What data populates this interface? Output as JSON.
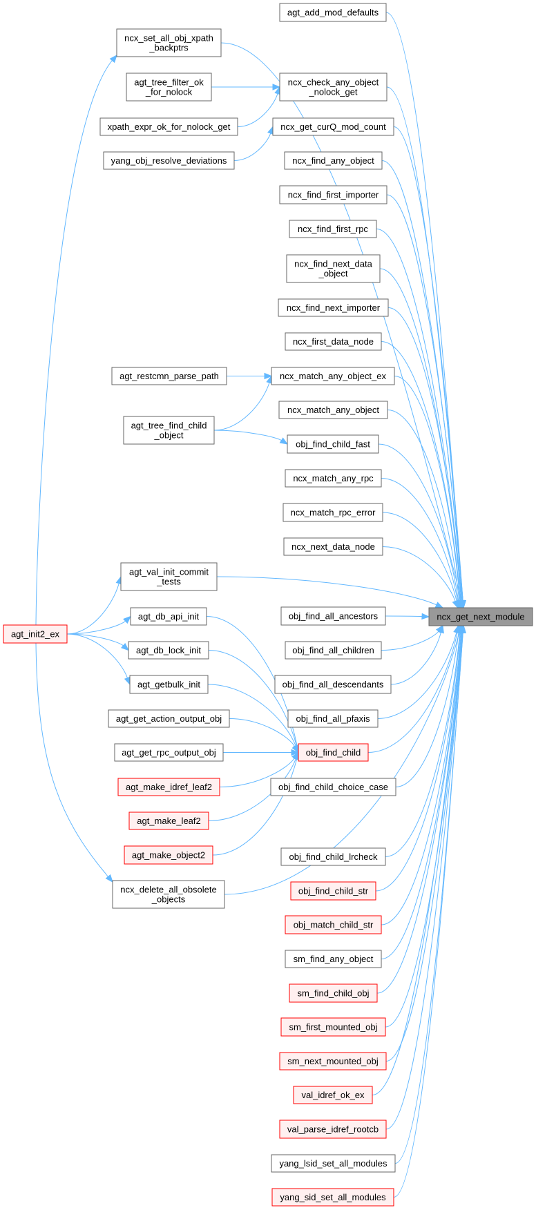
{
  "diagram": {
    "type": "doxygen-caller-graph",
    "root": "ncx_get_next_module",
    "colors": {
      "edge": "#63b8ff",
      "root_fill": "#999999",
      "normal_fill": "#ffffff",
      "normal_border": "#666666",
      "red_fill": "#fff0f0",
      "red_border": "#ff0000"
    },
    "nodes": [
      {
        "id": "root",
        "lines": [
          "ncx_get_next_module"
        ],
        "style": "root"
      },
      {
        "id": "agt_add_mod_defaults",
        "lines": [
          "agt_add_mod_defaults"
        ],
        "style": "normal"
      },
      {
        "id": "ncx_set_all_obj_xpath_backptrs",
        "lines": [
          "ncx_set_all_obj_xpath",
          "_backptrs"
        ],
        "style": "normal"
      },
      {
        "id": "ncx_check_any_object_nolock_get",
        "lines": [
          "ncx_check_any_object",
          "_nolock_get"
        ],
        "style": "normal"
      },
      {
        "id": "agt_tree_filter_ok_for_nolock",
        "lines": [
          "agt_tree_filter_ok",
          "_for_nolock"
        ],
        "style": "normal"
      },
      {
        "id": "xpath_expr_ok_for_nolock_get",
        "lines": [
          "xpath_expr_ok_for_nolock_get"
        ],
        "style": "normal"
      },
      {
        "id": "ncx_get_curQ_mod_count",
        "lines": [
          "ncx_get_curQ_mod_count"
        ],
        "style": "normal"
      },
      {
        "id": "yang_obj_resolve_deviations",
        "lines": [
          "yang_obj_resolve_deviations"
        ],
        "style": "normal"
      },
      {
        "id": "ncx_find_any_object",
        "lines": [
          "ncx_find_any_object"
        ],
        "style": "normal"
      },
      {
        "id": "ncx_find_first_importer",
        "lines": [
          "ncx_find_first_importer"
        ],
        "style": "normal"
      },
      {
        "id": "ncx_find_first_rpc",
        "lines": [
          "ncx_find_first_rpc"
        ],
        "style": "normal"
      },
      {
        "id": "ncx_find_next_data_object",
        "lines": [
          "ncx_find_next_data",
          "_object"
        ],
        "style": "normal"
      },
      {
        "id": "ncx_find_next_importer",
        "lines": [
          "ncx_find_next_importer"
        ],
        "style": "normal"
      },
      {
        "id": "ncx_first_data_node",
        "lines": [
          "ncx_first_data_node"
        ],
        "style": "normal"
      },
      {
        "id": "agt_restcmn_parse_path",
        "lines": [
          "agt_restcmn_parse_path"
        ],
        "style": "normal"
      },
      {
        "id": "ncx_match_any_object_ex",
        "lines": [
          "ncx_match_any_object_ex"
        ],
        "style": "normal"
      },
      {
        "id": "agt_tree_find_child_object",
        "lines": [
          "agt_tree_find_child",
          "_object"
        ],
        "style": "normal"
      },
      {
        "id": "ncx_match_any_object",
        "lines": [
          "ncx_match_any_object"
        ],
        "style": "normal"
      },
      {
        "id": "obj_find_child_fast",
        "lines": [
          "obj_find_child_fast"
        ],
        "style": "normal"
      },
      {
        "id": "ncx_match_any_rpc",
        "lines": [
          "ncx_match_any_rpc"
        ],
        "style": "normal"
      },
      {
        "id": "ncx_match_rpc_error",
        "lines": [
          "ncx_match_rpc_error"
        ],
        "style": "normal"
      },
      {
        "id": "ncx_next_data_node",
        "lines": [
          "ncx_next_data_node"
        ],
        "style": "normal"
      },
      {
        "id": "agt_val_init_commit_tests",
        "lines": [
          "agt_val_init_commit",
          "_tests"
        ],
        "style": "normal"
      },
      {
        "id": "agt_init2_ex",
        "lines": [
          "agt_init2_ex"
        ],
        "style": "red"
      },
      {
        "id": "agt_db_api_init",
        "lines": [
          "agt_db_api_init"
        ],
        "style": "normal"
      },
      {
        "id": "agt_db_lock_init",
        "lines": [
          "agt_db_lock_init"
        ],
        "style": "normal"
      },
      {
        "id": "agt_getbulk_init",
        "lines": [
          "agt_getbulk_init"
        ],
        "style": "normal"
      },
      {
        "id": "agt_get_action_output_obj",
        "lines": [
          "agt_get_action_output_obj"
        ],
        "style": "normal"
      },
      {
        "id": "agt_get_rpc_output_obj",
        "lines": [
          "agt_get_rpc_output_obj"
        ],
        "style": "normal"
      },
      {
        "id": "agt_make_idref_leaf2",
        "lines": [
          "agt_make_idref_leaf2"
        ],
        "style": "red"
      },
      {
        "id": "agt_make_leaf2",
        "lines": [
          "agt_make_leaf2"
        ],
        "style": "red"
      },
      {
        "id": "agt_make_object2",
        "lines": [
          "agt_make_object2"
        ],
        "style": "red"
      },
      {
        "id": "ncx_delete_all_obsolete_objects",
        "lines": [
          "ncx_delete_all_obsolete",
          "_objects"
        ],
        "style": "normal"
      },
      {
        "id": "obj_find_all_ancestors",
        "lines": [
          "obj_find_all_ancestors"
        ],
        "style": "normal"
      },
      {
        "id": "obj_find_all_children",
        "lines": [
          "obj_find_all_children"
        ],
        "style": "normal"
      },
      {
        "id": "obj_find_all_descendants",
        "lines": [
          "obj_find_all_descendants"
        ],
        "style": "normal"
      },
      {
        "id": "obj_find_all_pfaxis",
        "lines": [
          "obj_find_all_pfaxis"
        ],
        "style": "normal"
      },
      {
        "id": "obj_find_child",
        "lines": [
          "obj_find_child"
        ],
        "style": "red"
      },
      {
        "id": "obj_find_child_choice_case",
        "lines": [
          "obj_find_child_choice_case"
        ],
        "style": "normal"
      },
      {
        "id": "obj_find_child_lrcheck",
        "lines": [
          "obj_find_child_lrcheck"
        ],
        "style": "normal"
      },
      {
        "id": "obj_find_child_str",
        "lines": [
          "obj_find_child_str"
        ],
        "style": "red"
      },
      {
        "id": "obj_match_child_str",
        "lines": [
          "obj_match_child_str"
        ],
        "style": "red"
      },
      {
        "id": "sm_find_any_object",
        "lines": [
          "sm_find_any_object"
        ],
        "style": "normal"
      },
      {
        "id": "sm_find_child_obj",
        "lines": [
          "sm_find_child_obj"
        ],
        "style": "red"
      },
      {
        "id": "sm_first_mounted_obj",
        "lines": [
          "sm_first_mounted_obj"
        ],
        "style": "red"
      },
      {
        "id": "sm_next_mounted_obj",
        "lines": [
          "sm_next_mounted_obj"
        ],
        "style": "red"
      },
      {
        "id": "val_idref_ok_ex",
        "lines": [
          "val_idref_ok_ex"
        ],
        "style": "red"
      },
      {
        "id": "val_parse_idref_rootcb",
        "lines": [
          "val_parse_idref_rootcb"
        ],
        "style": "red"
      },
      {
        "id": "yang_lsid_set_all_modules",
        "lines": [
          "yang_lsid_set_all_modules"
        ],
        "style": "normal"
      },
      {
        "id": "yang_sid_set_all_modules",
        "lines": [
          "yang_sid_set_all_modules"
        ],
        "style": "red"
      }
    ],
    "edges": [
      {
        "from": "agt_add_mod_defaults",
        "to": "root"
      },
      {
        "from": "ncx_set_all_obj_xpath_backptrs",
        "to": "root"
      },
      {
        "from": "ncx_check_any_object_nolock_get",
        "to": "root"
      },
      {
        "from": "ncx_get_curQ_mod_count",
        "to": "root"
      },
      {
        "from": "ncx_find_any_object",
        "to": "root"
      },
      {
        "from": "ncx_find_first_importer",
        "to": "root"
      },
      {
        "from": "ncx_find_first_rpc",
        "to": "root"
      },
      {
        "from": "ncx_find_next_data_object",
        "to": "root"
      },
      {
        "from": "ncx_find_next_importer",
        "to": "root"
      },
      {
        "from": "ncx_first_data_node",
        "to": "root"
      },
      {
        "from": "ncx_match_any_object_ex",
        "to": "root"
      },
      {
        "from": "ncx_match_any_object",
        "to": "root"
      },
      {
        "from": "obj_find_child_fast",
        "to": "root"
      },
      {
        "from": "ncx_match_any_rpc",
        "to": "root"
      },
      {
        "from": "ncx_match_rpc_error",
        "to": "root"
      },
      {
        "from": "ncx_next_data_node",
        "to": "root"
      },
      {
        "from": "agt_val_init_commit_tests",
        "to": "root"
      },
      {
        "from": "obj_find_all_ancestors",
        "to": "root"
      },
      {
        "from": "obj_find_all_children",
        "to": "root"
      },
      {
        "from": "obj_find_all_descendants",
        "to": "root"
      },
      {
        "from": "obj_find_all_pfaxis",
        "to": "root"
      },
      {
        "from": "obj_find_child",
        "to": "root"
      },
      {
        "from": "obj_find_child_choice_case",
        "to": "root"
      },
      {
        "from": "ncx_delete_all_obsolete_objects",
        "to": "root"
      },
      {
        "from": "obj_find_child_lrcheck",
        "to": "root"
      },
      {
        "from": "obj_find_child_str",
        "to": "root"
      },
      {
        "from": "obj_match_child_str",
        "to": "root"
      },
      {
        "from": "sm_find_any_object",
        "to": "root"
      },
      {
        "from": "sm_find_child_obj",
        "to": "root"
      },
      {
        "from": "sm_first_mounted_obj",
        "to": "root"
      },
      {
        "from": "sm_next_mounted_obj",
        "to": "root"
      },
      {
        "from": "val_idref_ok_ex",
        "to": "root"
      },
      {
        "from": "val_parse_idref_rootcb",
        "to": "root"
      },
      {
        "from": "yang_lsid_set_all_modules",
        "to": "root"
      },
      {
        "from": "yang_sid_set_all_modules",
        "to": "root"
      },
      {
        "from": "agt_tree_filter_ok_for_nolock",
        "to": "ncx_check_any_object_nolock_get"
      },
      {
        "from": "xpath_expr_ok_for_nolock_get",
        "to": "ncx_check_any_object_nolock_get"
      },
      {
        "from": "yang_obj_resolve_deviations",
        "to": "ncx_get_curQ_mod_count"
      },
      {
        "from": "agt_restcmn_parse_path",
        "to": "ncx_match_any_object_ex"
      },
      {
        "from": "agt_tree_find_child_object",
        "to": "ncx_match_any_object_ex"
      },
      {
        "from": "agt_tree_find_child_object",
        "to": "obj_find_child_fast"
      },
      {
        "from": "agt_init2_ex",
        "to": "ncx_set_all_obj_xpath_backptrs"
      },
      {
        "from": "agt_init2_ex",
        "to": "agt_val_init_commit_tests"
      },
      {
        "from": "agt_init2_ex",
        "to": "agt_db_api_init"
      },
      {
        "from": "agt_init2_ex",
        "to": "agt_db_lock_init"
      },
      {
        "from": "agt_init2_ex",
        "to": "agt_getbulk_init"
      },
      {
        "from": "agt_init2_ex",
        "to": "ncx_delete_all_obsolete_objects"
      },
      {
        "from": "agt_db_api_init",
        "to": "obj_find_child"
      },
      {
        "from": "agt_db_lock_init",
        "to": "obj_find_child"
      },
      {
        "from": "agt_getbulk_init",
        "to": "obj_find_child"
      },
      {
        "from": "agt_get_action_output_obj",
        "to": "obj_find_child"
      },
      {
        "from": "agt_get_rpc_output_obj",
        "to": "obj_find_child"
      },
      {
        "from": "agt_make_idref_leaf2",
        "to": "obj_find_child"
      },
      {
        "from": "agt_make_leaf2",
        "to": "obj_find_child"
      },
      {
        "from": "agt_make_object2",
        "to": "obj_find_child"
      }
    ]
  }
}
